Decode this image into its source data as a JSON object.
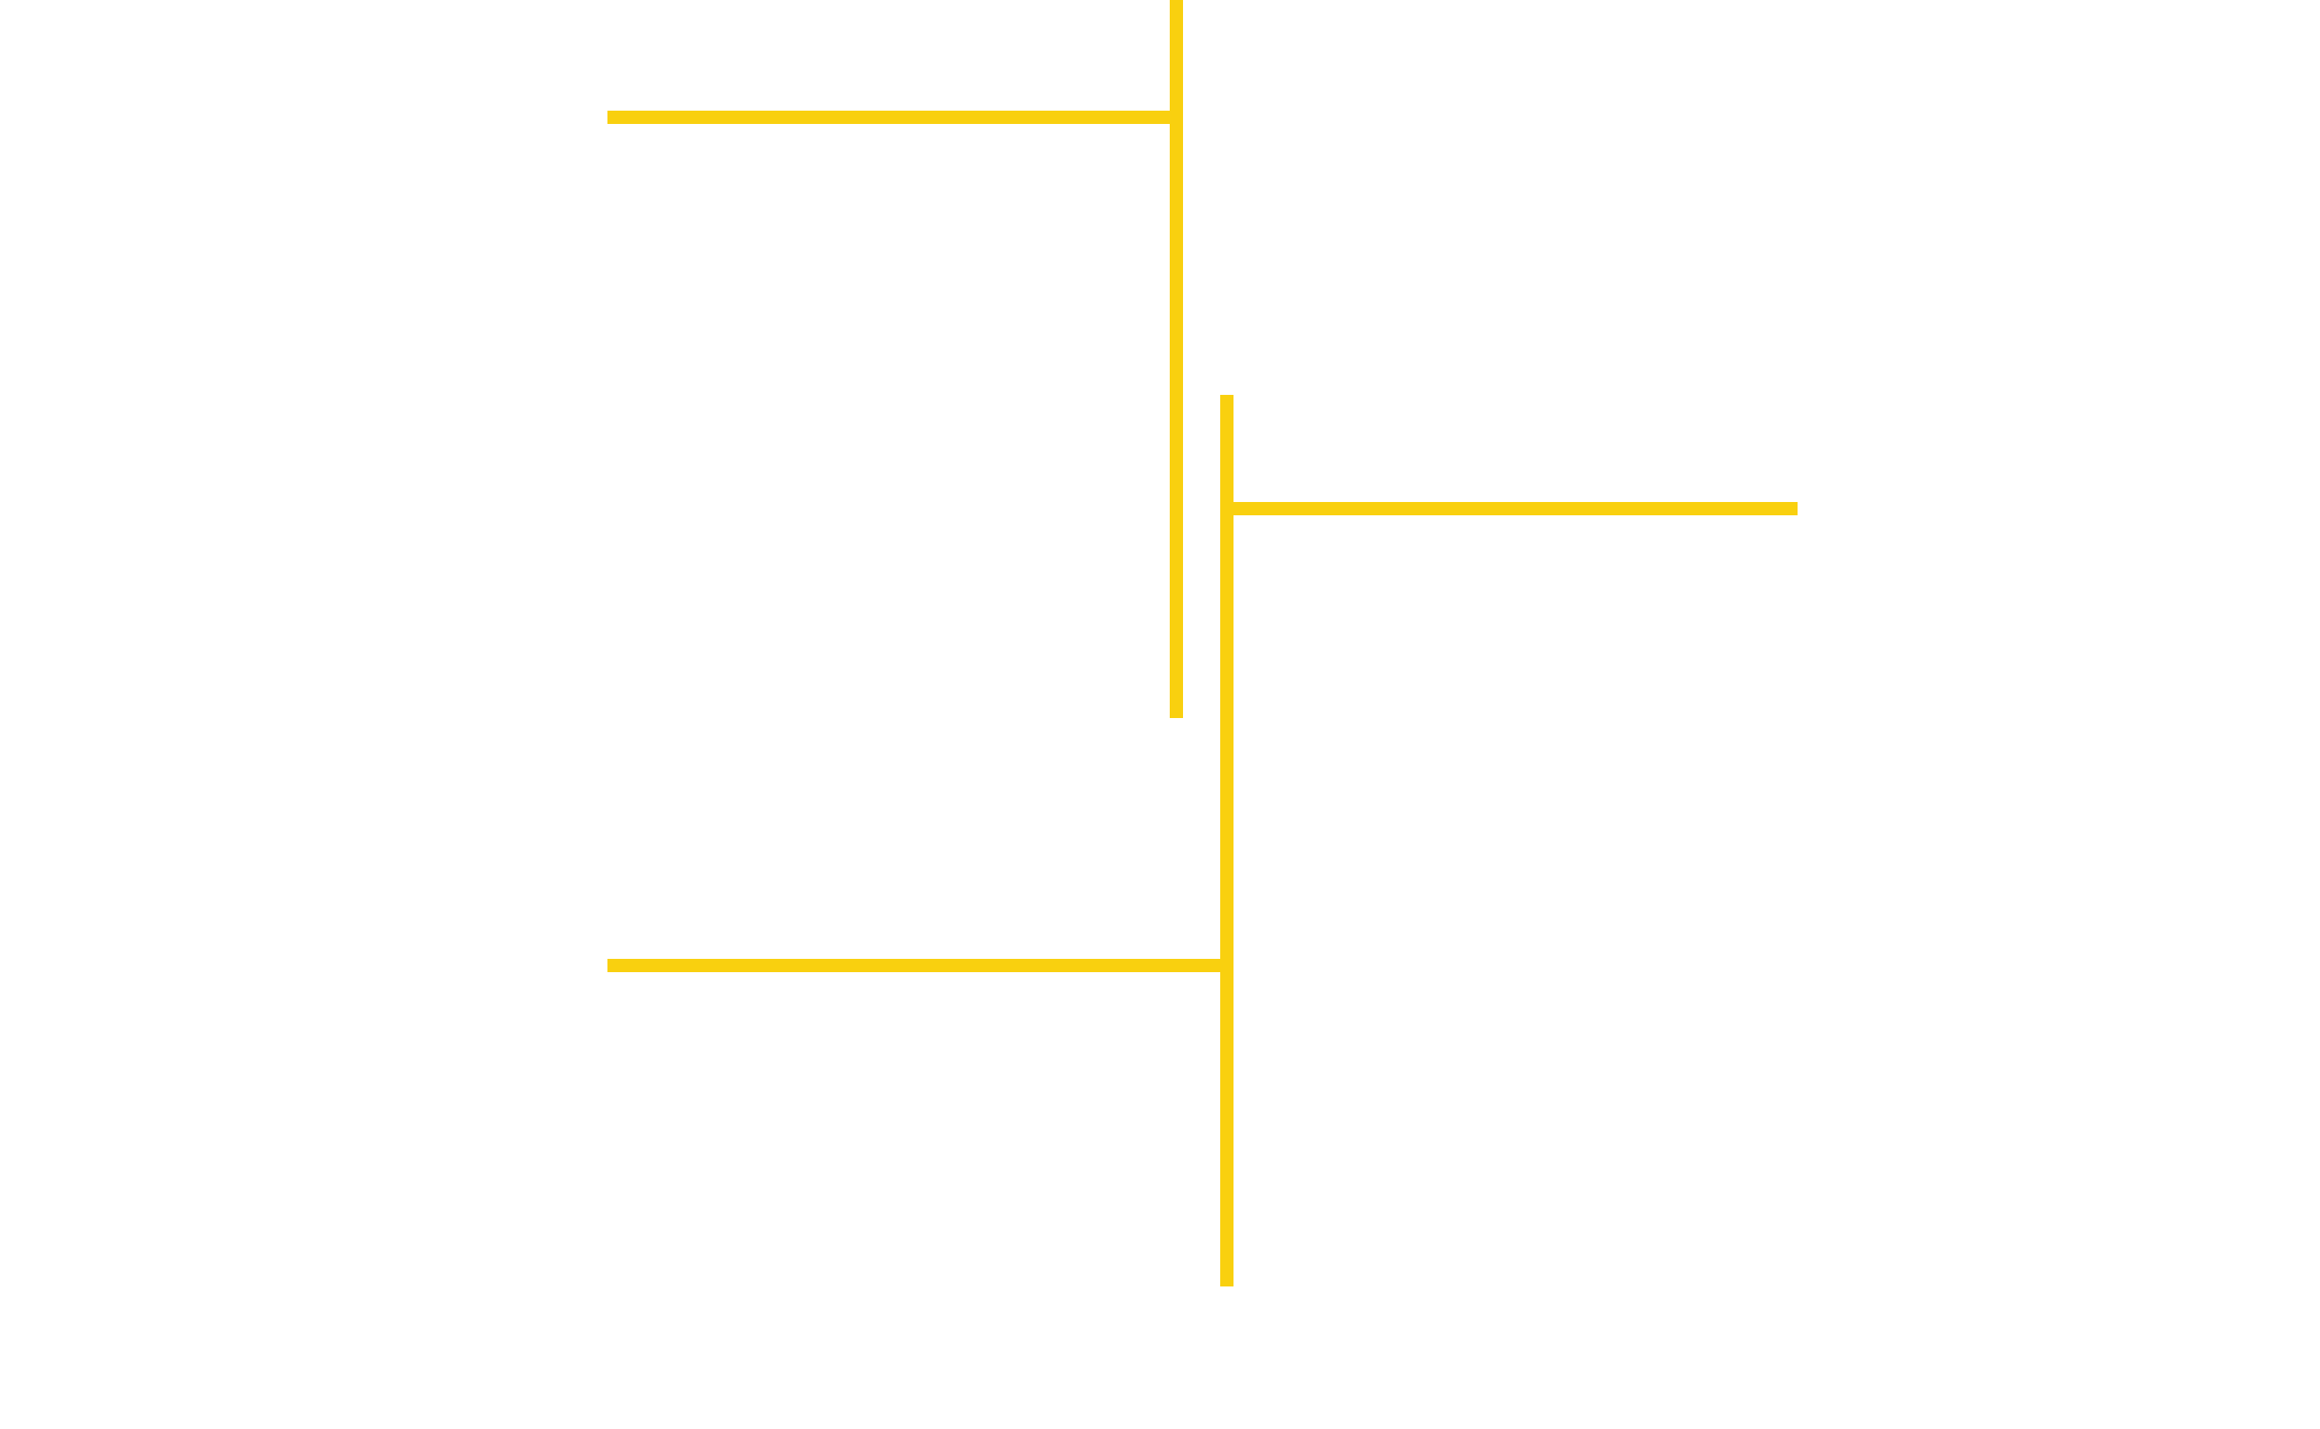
{
  "diagram": {
    "background_color": "#ffffff",
    "line_color": "#f9d00f",
    "connectors": [
      {
        "id": "upper-bracket",
        "arm_side": "left",
        "top_open": true
      },
      {
        "id": "middle-bracket",
        "arm_side": "right",
        "top_open": false
      },
      {
        "id": "lower-arm",
        "arm_side": "left",
        "top_open": false
      }
    ]
  }
}
